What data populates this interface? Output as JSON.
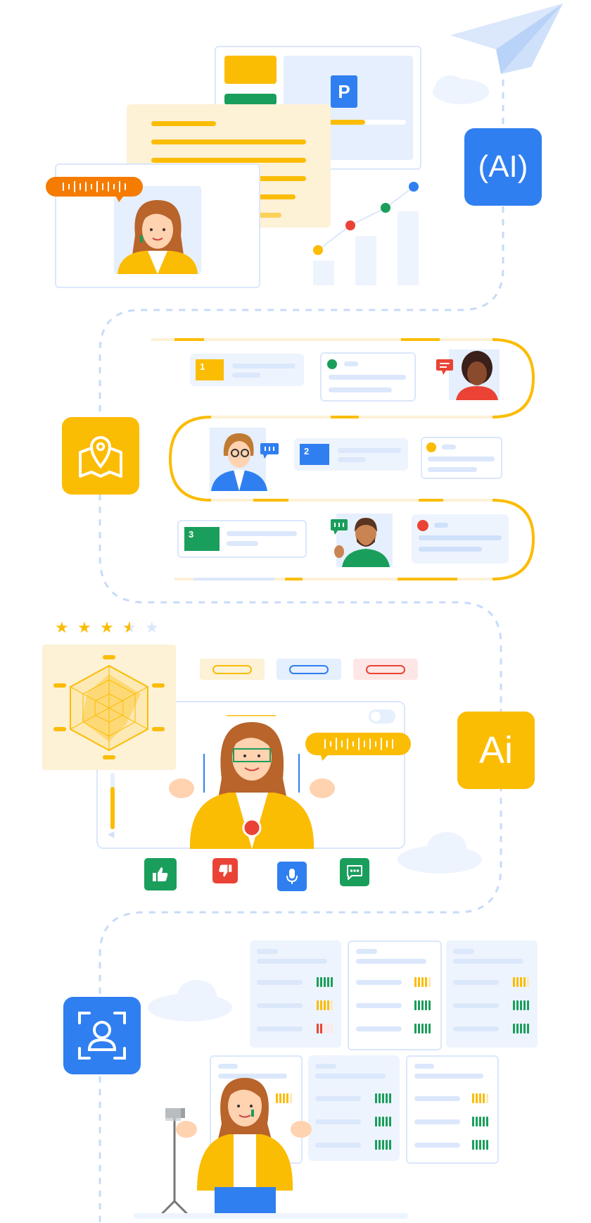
{
  "badges": {
    "ai_top": {
      "label": "(AI)",
      "color": "#2f7ff0"
    },
    "map": {
      "icon": "map-pin-icon",
      "color": "#fbbc04"
    },
    "ai_mid": {
      "label": "Ai",
      "color": "#fbbc04"
    },
    "profile": {
      "icon": "face-scan-icon",
      "color": "#2f7ff0"
    }
  },
  "document": {
    "icon_letter": "P"
  },
  "steps": [
    {
      "number": "1",
      "color": "#fbbc04",
      "status_dot": "#1a9e5b"
    },
    {
      "number": "2",
      "color": "#2f7ff0",
      "status_dot": "#fbbc04"
    },
    {
      "number": "3",
      "color": "#1a9e5b",
      "status_dot": "#ea4335"
    }
  ],
  "rating": {
    "value": 3.5,
    "max": 5
  },
  "actions": [
    {
      "name": "thumbs-up-button",
      "icon": "thumbs-up-icon",
      "color": "#1a9e5b"
    },
    {
      "name": "thumbs-down-button",
      "icon": "thumbs-down-icon",
      "color": "#ea4335"
    },
    {
      "name": "microphone-button",
      "icon": "microphone-icon",
      "color": "#2f7ff0"
    },
    {
      "name": "chat-button",
      "icon": "chat-icon",
      "color": "#1a9e5b"
    }
  ],
  "colors": {
    "blue": "#2f7ff0",
    "yellow": "#fbbc04",
    "green": "#1a9e5b",
    "red": "#ea4335",
    "light_blue": "#dbe7fb",
    "cream": "#fdf1d6"
  }
}
